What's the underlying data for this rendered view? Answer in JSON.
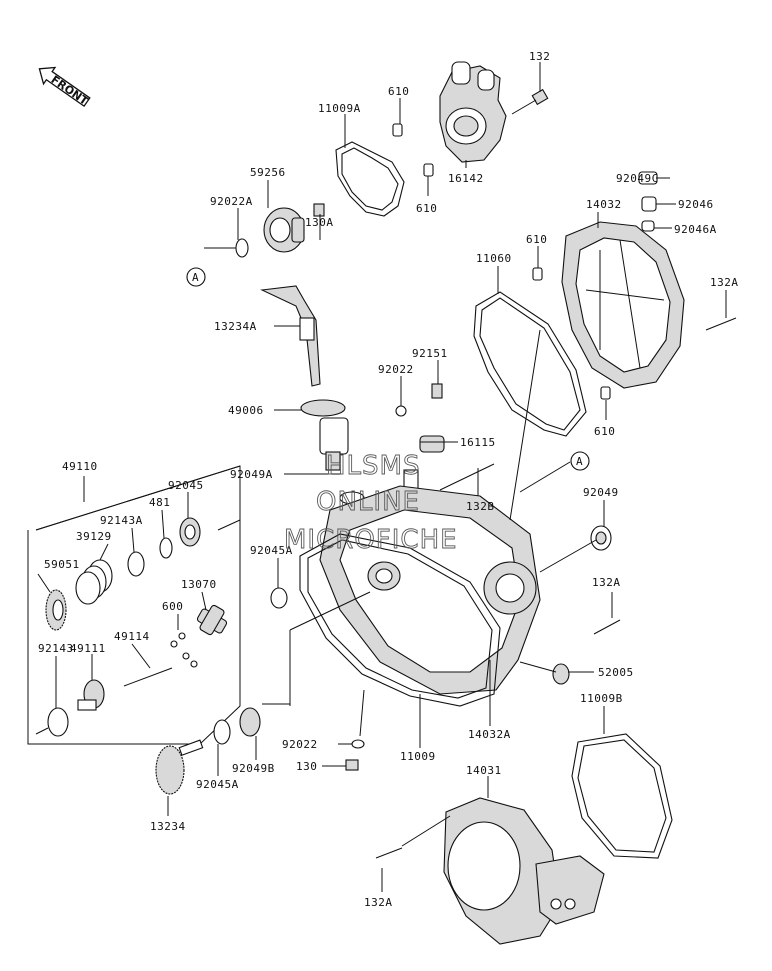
{
  "front_label": "FRONT",
  "watermark": [
    "HLSMS",
    "ONLINE",
    "MICROFICHE"
  ],
  "ref_mark": "A",
  "labels": {
    "p132_top": "132",
    "p610_a": "610",
    "p11009A": "11009A",
    "p16142": "16142",
    "p610_b": "610",
    "p59256": "59256",
    "p92022A": "92022A",
    "p130A": "130A",
    "p92049C": "92049C",
    "p92046": "92046",
    "p14032": "14032",
    "p92046A": "92046A",
    "p11060": "11060",
    "p610_c": "610",
    "p132A_r": "132A",
    "p13234A": "13234A",
    "p92151": "92151",
    "p92022": "92022",
    "p49006": "49006",
    "p610_d": "610",
    "p16115": "16115",
    "p49110": "49110",
    "p92049A": "92049A",
    "p132B": "132B",
    "p92045": "92045",
    "p481": "481",
    "p92143A": "92143A",
    "p39129": "39129",
    "p92049": "92049",
    "p59051": "59051",
    "p92045A": "92045A",
    "p13070": "13070",
    "p600": "600",
    "p49114": "49114",
    "p132A_m": "132A",
    "p49111": "49111",
    "p52005": "52005",
    "p92143": "92143",
    "p11009B": "11009B",
    "p14032A": "14032A",
    "p92022_b": "92022",
    "p11009": "11009",
    "p92049B": "92049B",
    "p130": "130",
    "p92045A_b": "92045A",
    "p14031": "14031",
    "p13234": "13234",
    "p132A_b": "132A"
  }
}
